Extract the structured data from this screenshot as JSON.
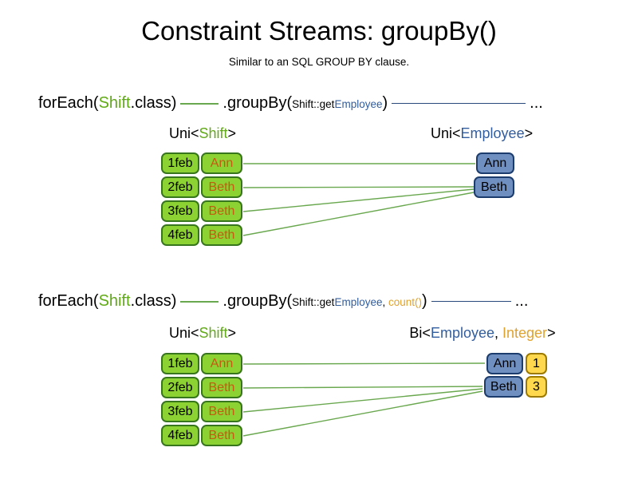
{
  "title": "Constraint Streams: groupBy()",
  "subtitle": "Similar to an SQL GROUP BY clause.",
  "colors": {
    "shift_green_text": "#60a917",
    "shift_box_fill": "#8cd232",
    "shift_box_border": "#38761d",
    "employee_orange_text": "#c55a11",
    "employee_blue_text": "#325d9e",
    "employee_box_fill": "#6f8fc0",
    "employee_box_border": "#1c3c6e",
    "integer_gold_text": "#e0a22e",
    "integer_box_fill": "#ffd84d",
    "integer_box_border": "#9c7a00",
    "connector_green": "#6aa84f",
    "connector_blue": "#28497c"
  },
  "section1": {
    "code": {
      "foreach": "forEach(",
      "shift": "Shift",
      "class_close": ".class)",
      "groupby": ".groupBy(",
      "arg_prefix": "Shift::get",
      "arg_type": "Employee",
      "close": ")",
      "ellipsis": "..."
    },
    "left_label": {
      "p1": "Uni<",
      "type": "Shift",
      "p2": ">"
    },
    "right_label": {
      "p1": "Uni<",
      "type": "Employee",
      "p2": ">"
    },
    "shifts": [
      {
        "date": "1feb",
        "employee": "Ann"
      },
      {
        "date": "2feb",
        "employee": "Beth"
      },
      {
        "date": "3feb",
        "employee": "Beth"
      },
      {
        "date": "4feb",
        "employee": "Beth"
      }
    ],
    "groups": [
      {
        "employee": "Ann"
      },
      {
        "employee": "Beth"
      }
    ]
  },
  "section2": {
    "code": {
      "foreach": "forEach(",
      "shift": "Shift",
      "class_close": ".class)",
      "groupby": ".groupBy(",
      "arg_prefix": "Shift::get",
      "arg_type": "Employee",
      "arg_sep": ", ",
      "count_call": "count()",
      "close": ")",
      "ellipsis": "..."
    },
    "left_label": {
      "p1": "Uni<",
      "type": "Shift",
      "p2": ">"
    },
    "right_label": {
      "p1": "Bi<",
      "type1": "Employee",
      "sep": ", ",
      "type2": "Integer",
      "p2": ">"
    },
    "shifts": [
      {
        "date": "1feb",
        "employee": "Ann"
      },
      {
        "date": "2feb",
        "employee": "Beth"
      },
      {
        "date": "3feb",
        "employee": "Beth"
      },
      {
        "date": "4feb",
        "employee": "Beth"
      }
    ],
    "groups": [
      {
        "employee": "Ann",
        "count": "1"
      },
      {
        "employee": "Beth",
        "count": "3"
      }
    ]
  }
}
